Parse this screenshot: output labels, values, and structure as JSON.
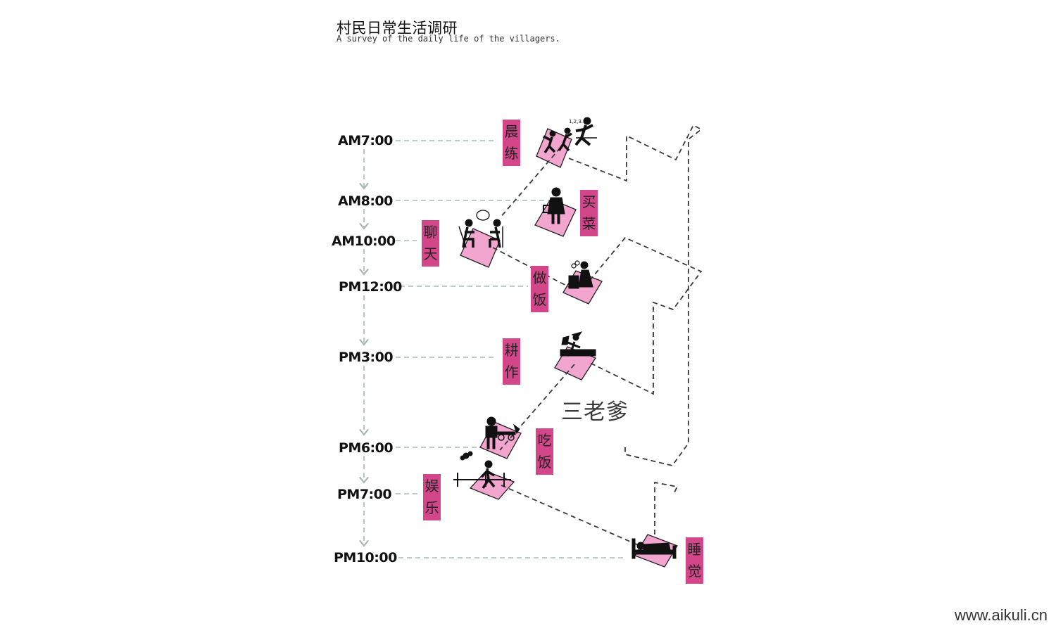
{
  "header": {
    "title": "村民日常生活调研",
    "subtitle": "A survey of the daily life of the villagers."
  },
  "timeline": [
    {
      "time": "AM7:00",
      "activity": [
        "晨",
        "练"
      ],
      "icon": "morning-exercise-icon"
    },
    {
      "time": "AM8:00",
      "activity": [
        "买",
        "菜"
      ],
      "icon": "buy-groceries-icon"
    },
    {
      "time": "AM10:00",
      "activity": [
        "聊",
        "天"
      ],
      "icon": "chatting-icon"
    },
    {
      "time": "PM12:00",
      "activity": [
        "做",
        "饭"
      ],
      "icon": "cooking-icon"
    },
    {
      "time": "PM3:00",
      "activity": [
        "耕",
        "作"
      ],
      "icon": "farming-icon"
    },
    {
      "time": "PM6:00",
      "activity": [
        "吃",
        "饭"
      ],
      "icon": "eating-icon"
    },
    {
      "time": "PM7:00",
      "activity": [
        "娱",
        "乐"
      ],
      "icon": "entertainment-icon"
    },
    {
      "time": "PM10:00",
      "activity": [
        "睡",
        "觉"
      ],
      "icon": "sleeping-icon"
    }
  ],
  "person_label": "三老爹",
  "watermark": "www.aikuli.cn",
  "colors": {
    "accent_pink": "#d4468a",
    "tile_pink": "#f2a6cf",
    "guide_line": "#a9b8b4",
    "path_line": "#3a3a3a"
  }
}
